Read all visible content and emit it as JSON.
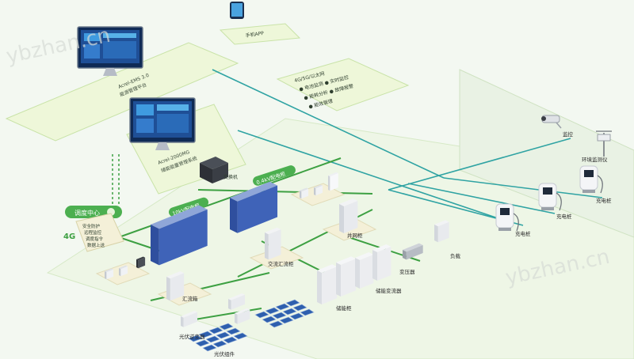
{
  "colors": {
    "background": "#f3f8f1",
    "platform_fill": "#eef7d9",
    "platform_edge": "#c9e3a8",
    "teal_line": "#2fa3a3",
    "green_line": "#3da042",
    "accent_green": "#4caf50",
    "cabinet_blue": "#3f63b8"
  },
  "watermarks": [
    "ybzhan.cn",
    "ybzhan.cn"
  ],
  "top_platform": {
    "lines": [
      "Acrel-EMS 3.0",
      "能源管理平台"
    ]
  },
  "mobile_app": {
    "label": "手机APP"
  },
  "mid_platform": {
    "lines": [
      "Acrel-2000MG",
      "储能能量管理系统"
    ]
  },
  "switch_label": "交换机",
  "protocol_box": {
    "lines": [
      "4G/5G/以太网",
      "● 电池监测 ● 实时监控",
      "● 能耗分析 ● 故障报警",
      "● 能效管理"
    ]
  },
  "dispatch_center": {
    "title": "调度中心",
    "badge": "4G",
    "items": [
      "安全防护",
      "远程监控",
      "调度指令",
      "数据上送"
    ]
  },
  "feeder_labels": {
    "box_10kv": "10kV配电柜",
    "box_04kv": "0.4kV配电柜"
  },
  "equipment": {
    "surveillance": "监控",
    "env_monitor": "环境监测仪",
    "inverter_grid": "并网柜",
    "combiner": "汇流箱",
    "ac_cabinet": "交流汇流柜",
    "pv_inverter": "光伏逆变器",
    "pv_panel": "光伏组件",
    "storage": "储能柜",
    "pcs": "储能变流器",
    "transformer": "变压器",
    "load": "负载",
    "charging": "充电桩"
  }
}
